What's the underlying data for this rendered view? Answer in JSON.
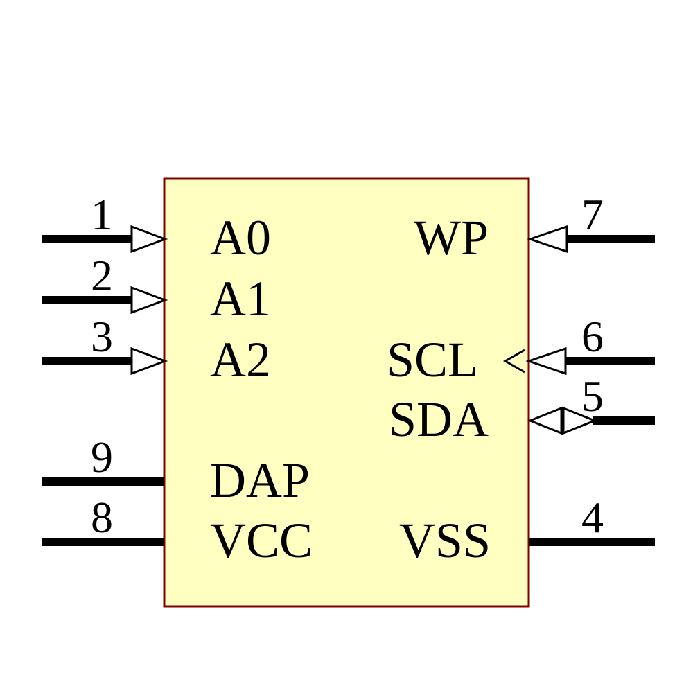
{
  "schematic": {
    "component_kind": "ic-symbol",
    "colors": {
      "background": "#FFFFFF",
      "body_fill": "#FFFFC2",
      "body_border": "#800000",
      "wire": "#000000",
      "text": "#000000",
      "arrow_fill": "#FFFFFF"
    },
    "pins": {
      "left": [
        {
          "number": "1",
          "label": "A0",
          "arrow": "input-triangle-right"
        },
        {
          "number": "2",
          "label": "A1",
          "arrow": "input-triangle-right"
        },
        {
          "number": "3",
          "label": "A2",
          "arrow": "input-triangle-right"
        },
        {
          "number": "9",
          "label": "DAP",
          "arrow": "none"
        },
        {
          "number": "8",
          "label": "VCC",
          "arrow": "none"
        }
      ],
      "right": [
        {
          "number": "7",
          "label": "WP",
          "arrow": "input-triangle-left"
        },
        {
          "number": "6",
          "label": "SCL",
          "arrow": "clock-marker-and-input-triangle-left"
        },
        {
          "number": "5",
          "label": "SDA",
          "arrow": "bidirectional-triangles"
        },
        {
          "number": "4",
          "label": "VSS",
          "arrow": "none"
        }
      ]
    }
  }
}
